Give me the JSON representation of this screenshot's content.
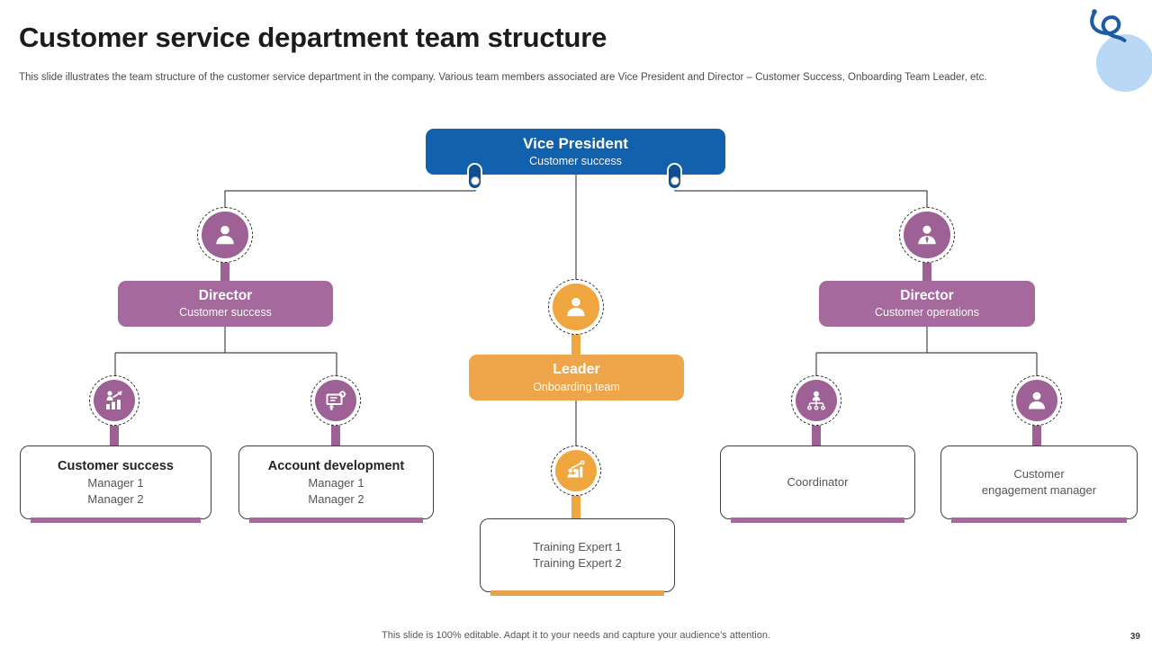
{
  "slide": {
    "title": "Customer service department team structure",
    "subtitle": "This slide illustrates the team structure of the customer service department in the company. Various team members associated are Vice President and Director – Customer Success, Onboarding Team Leader, etc.",
    "footer": "This slide is 100% editable. Adapt it to your needs and capture your audience's attention.",
    "page_number": "39"
  },
  "chart": {
    "type": "org-chart",
    "root": {
      "title": "Vice President",
      "subtitle": "Customer success"
    },
    "left_branch": {
      "manager": {
        "title": "Director",
        "subtitle": "Customer success",
        "icon": "user-icon"
      },
      "teams": [
        {
          "title": "Customer success",
          "members": [
            "Manager 1",
            "Manager 2"
          ],
          "icon": "person-growth-chart-icon"
        },
        {
          "title": "Account development",
          "members": [
            "Manager 1",
            "Manager 2"
          ],
          "icon": "presentation-gear-icon"
        }
      ]
    },
    "center_branch": {
      "manager": {
        "title": "Leader",
        "subtitle": "Onboarding team",
        "icon": "user-icon"
      },
      "teams": [
        {
          "members": [
            "Training Expert 1",
            "Training Expert 2"
          ],
          "icon": "team-growth-chart-icon"
        }
      ]
    },
    "right_branch": {
      "manager": {
        "title": "Director",
        "subtitle": "Customer operations",
        "icon": "user-tie-icon"
      },
      "teams": [
        {
          "members": [
            "Coordinator"
          ],
          "icon": "org-hierarchy-gears-icon"
        },
        {
          "members": [
            "Customer",
            "engagement manager"
          ],
          "icon": "user-icon"
        }
      ]
    }
  },
  "colors": {
    "root_blue": "#1261ad",
    "purple_box": "#a5699e",
    "purple_circle": "#9d6196",
    "orange_box": "#efa54a",
    "orange_circle": "#f0a63e",
    "connector_line": "#484848",
    "balloon_fill": "#b9d8f6",
    "balloon_string": "#1b5ca8"
  }
}
